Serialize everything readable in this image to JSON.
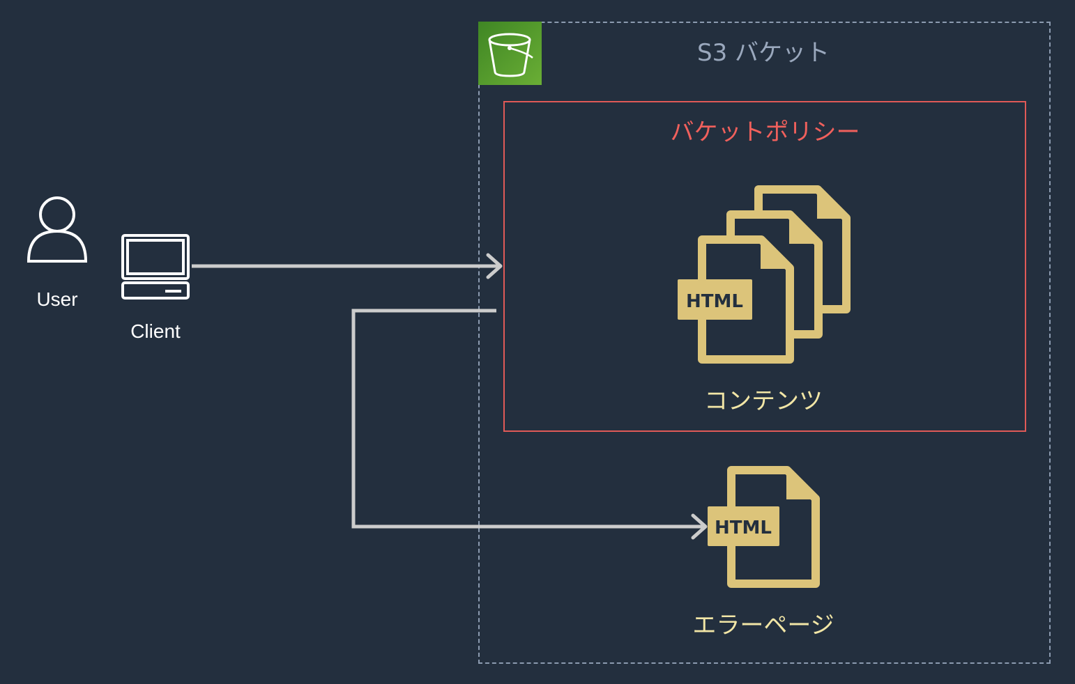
{
  "user": {
    "label": "User",
    "icon": "user-icon"
  },
  "client": {
    "label": "Client",
    "icon": "client-laptop-icon"
  },
  "bucket": {
    "title": "S3 バケット",
    "icon": "s3-bucket-icon",
    "accent": "#3f8624"
  },
  "policy": {
    "title": "バケットポリシー",
    "color": "#e05a57"
  },
  "contents": {
    "label": "コンテンツ",
    "icon": "html-documents-icon",
    "badge": "HTML"
  },
  "error_page": {
    "label": "エラーページ",
    "icon": "html-document-icon",
    "badge": "HTML"
  },
  "colors": {
    "background": "#232f3e",
    "document": "#dcc47a",
    "arrow": "#cccccc"
  }
}
